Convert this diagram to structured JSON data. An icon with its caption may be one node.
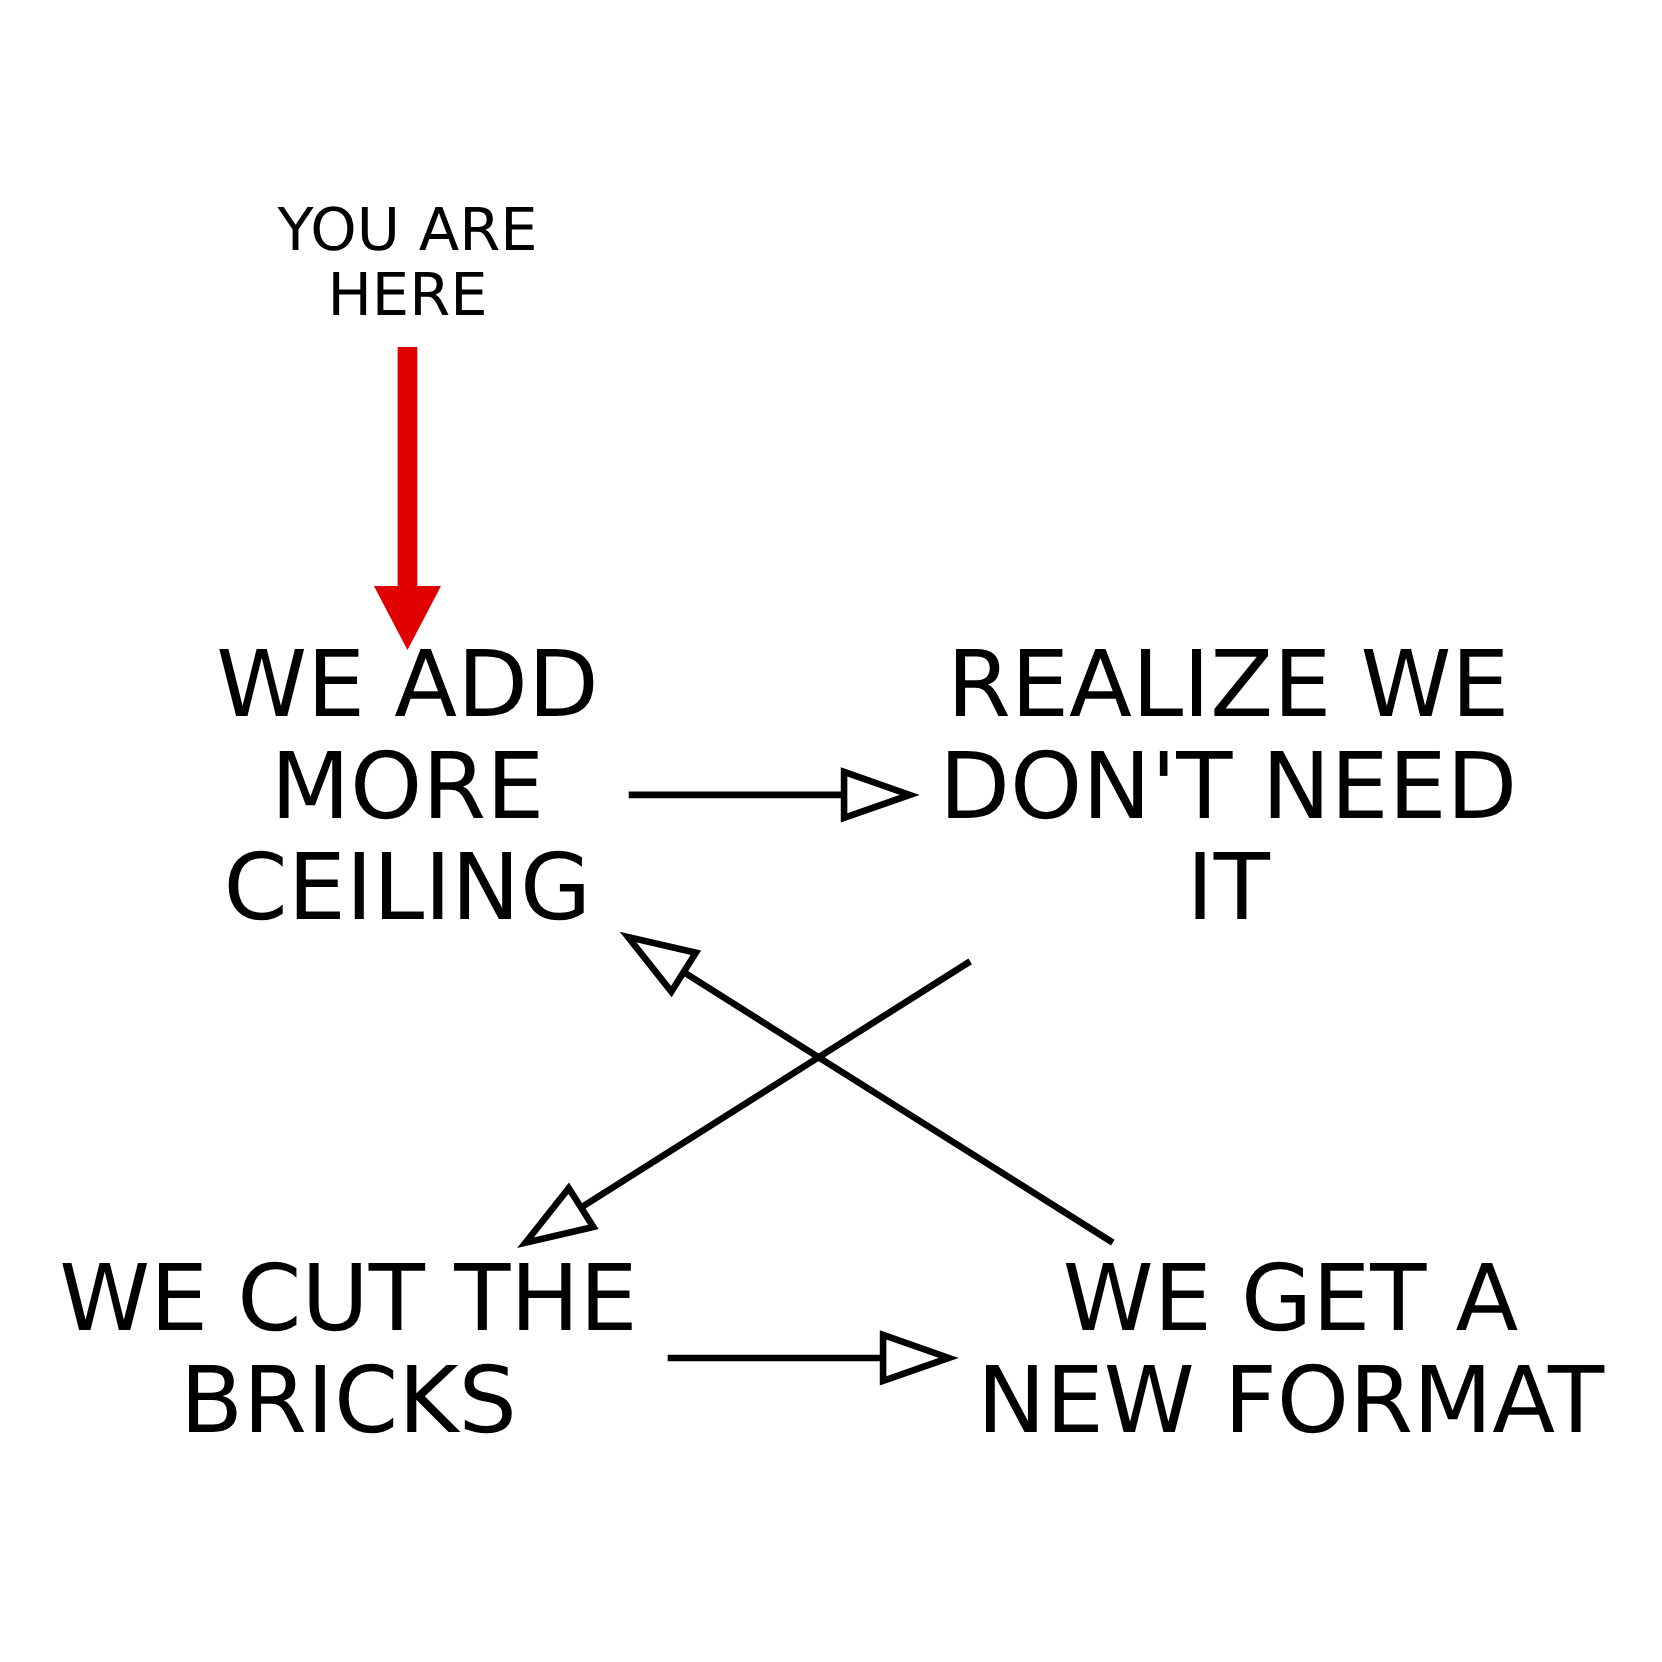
{
  "diagram": {
    "nodes": [
      {
        "text": [
          "WE ADD MORE CEILING"
        ]
      },
      {
        "text": [
          "REALIZE WE DON'T NEED IT"
        ]
      },
      {
        "text": [
          "WE CUT THE BRICKS"
        ]
      },
      {
        "text": [
          "WE GET A NEW FORMAT"
        ]
      },
      {
        "text": [
          "YOU ARE HERE"
        ]
      }
    ],
    "edges": [
      {
        "from": 0,
        "to": 1,
        "arrow": "to"
      },
      {
        "from": 1,
        "to": 2,
        "arrow": "to"
      },
      {
        "from": 2,
        "to": 3,
        "arrow": "to"
      },
      {
        "from": 3,
        "to": 0,
        "arrow": "to"
      },
      {
        "from": 4,
        "to": 0,
        "arrow": "to",
        "style": "thick",
        "color": "#e00000"
      }
    ]
  }
}
